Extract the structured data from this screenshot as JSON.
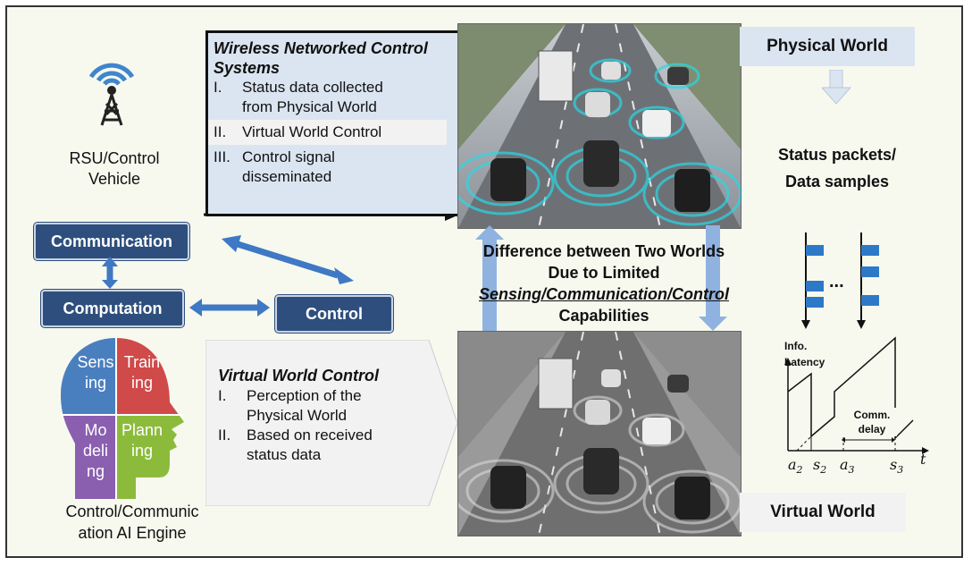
{
  "rsu": {
    "label_line1": "RSU/Control",
    "label_line2": "Vehicle",
    "icon": "antenna-tower-icon"
  },
  "boxes": {
    "communication": "Communication",
    "computation": "Computation",
    "control": "Control"
  },
  "head": {
    "quadrants": [
      {
        "line1": "Sens",
        "line2": "ing",
        "color": "#4a7fbf"
      },
      {
        "line1": "Train",
        "line2": "ing",
        "color": "#d04a4a"
      },
      {
        "line1": "Mo",
        "line2": "deli",
        "line3": "ng",
        "color": "#8a5fb0"
      },
      {
        "line1": "Plann",
        "line2": "ing",
        "color": "#8cbb3c"
      }
    ],
    "caption_line1": "Control/Communic",
    "caption_line2": "ation AI Engine"
  },
  "wncs": {
    "title_line1": "Wireless Networked Control",
    "title_line2": "Systems",
    "items": [
      {
        "num": "I.",
        "line1": "Status data collected",
        "line2": "from Physical World"
      },
      {
        "num": "II.",
        "line1": "Virtual World Control",
        "line2": ""
      },
      {
        "num": "III.",
        "line1": "Control signal",
        "line2": "disseminated"
      }
    ]
  },
  "vwc": {
    "title": "Virtual World Control",
    "items": [
      {
        "num": "I.",
        "line1": "Perception of the",
        "line2": "Physical World"
      },
      {
        "num": "II.",
        "line1": "Based on received",
        "line2": "status data"
      }
    ]
  },
  "physical_world": "Physical World",
  "virtual_world": "Virtual World",
  "difference": {
    "line1": "Difference between Two Worlds",
    "line2": "Due to Limited",
    "line3": "Sensing/Communication/Control",
    "line4": "Capabilities"
  },
  "status": {
    "line1": "Status packets/",
    "line2": "Data samples",
    "dots": "..."
  },
  "aoi": {
    "ylabel_line1": "Info.",
    "ylabel_line2": "Latency",
    "comm_line1": "Comm.",
    "comm_line2": "delay",
    "ticks": {
      "a2": "a",
      "a2_sub": "2",
      "s2": "s",
      "s2_sub": "2",
      "a3": "a",
      "a3_sub": "3",
      "s3": "s",
      "s3_sub": "3",
      "t": "t"
    }
  },
  "colors": {
    "navy": "#2e4f7d",
    "arrow_blue": "#8fb2e0",
    "panel_blue": "#dbe5f1",
    "packet_blue": "#2e78c8",
    "background": "#f7f9ef"
  }
}
